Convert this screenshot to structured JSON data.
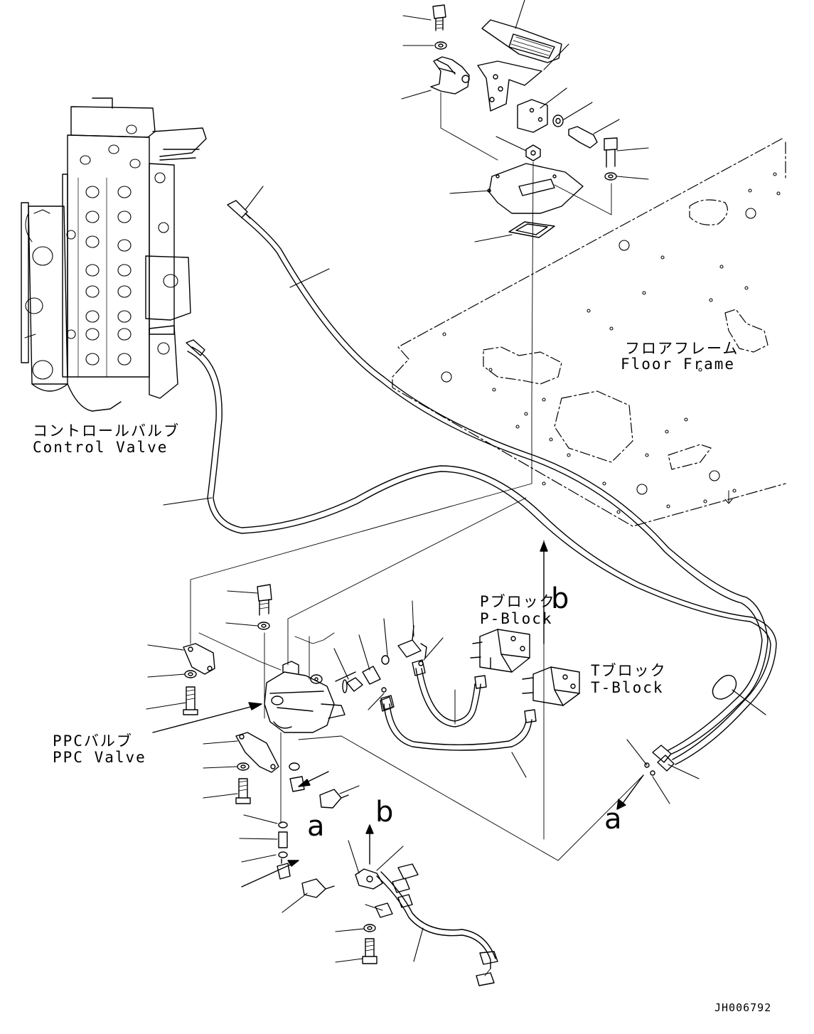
{
  "labels": {
    "floor_frame_jp": "フロアフレーム",
    "floor_frame_en": "Floor Frame",
    "control_valve_jp": "コントロールバルブ",
    "control_valve_en": "Control Valve",
    "p_block_jp": "Pブロック",
    "p_block_en": "P-Block",
    "t_block_jp": "Tブロック",
    "t_block_en": "T-Block",
    "ppc_valve_jp": "PPCバルブ",
    "ppc_valve_en": "PPC Valve"
  },
  "refs": {
    "b_upper": "b",
    "b_lower": "b",
    "a_left": "a",
    "a_right": "a"
  },
  "drawing_code": "JH006792"
}
